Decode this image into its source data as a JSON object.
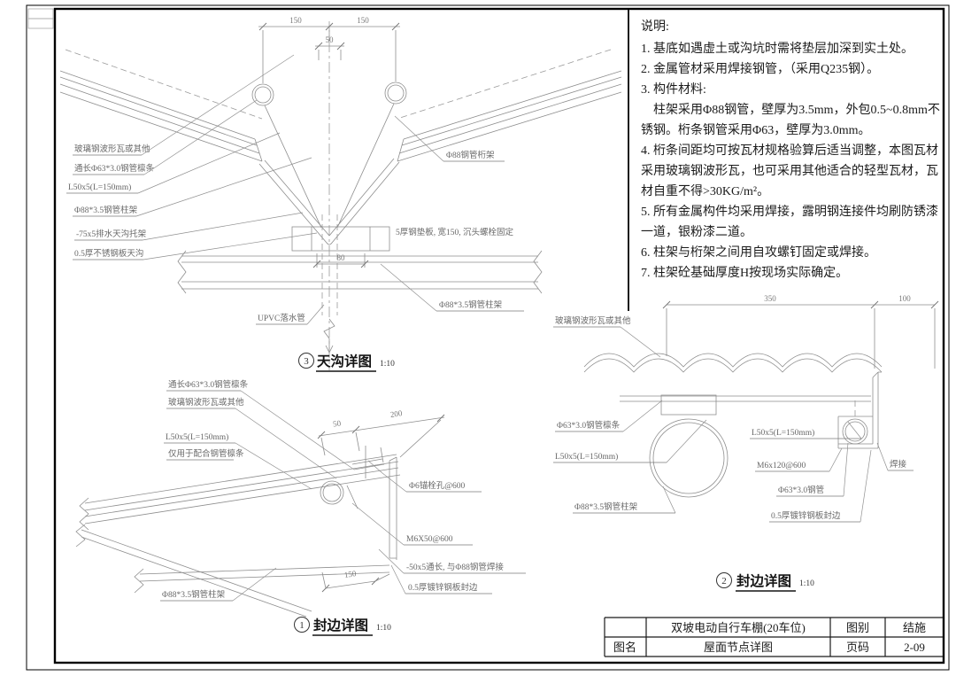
{
  "sheet": {
    "notes": {
      "heading": "说明:",
      "lines": [
        "1. 基底如遇虚土或沟坑时需将垫层加深到实土处。",
        "2. 金属管材采用焊接钢管，（采用Q235钢）。",
        "3. 构件材料:",
        "柱架采用Φ88钢管，壁厚为3.5mm，外包0.5~0.8mm不",
        "锈钢。桁条钢管采用Φ63，壁厚为3.0mm。",
        "4. 桁条间距均可按瓦材规格验算后适当调整，本图瓦材",
        "采用玻璃钢波形瓦，也可采用其他适合的轻型瓦材，瓦",
        "材自重不得>30KG/m²。",
        "5. 所有金属构件均采用焊接，露明钢连接件均刷防锈漆",
        "一道，银粉漆二道。",
        "6. 柱架与桁架之间用自攻螺钉固定或焊接。",
        "7. 柱架砼基础厚度H按现场实际确定。"
      ]
    },
    "details": {
      "gutter": {
        "number": "3",
        "title": "天沟详图",
        "scale": "1:10",
        "dims": {
          "left_span": "150",
          "right_span": "150",
          "gutter_width": "50",
          "pad_width": "80"
        },
        "labels": {
          "tile": "玻璃钢波形瓦或其他",
          "purlin": "通长Φ63*3.0钢管檩条",
          "angle": "L50x5(L=150mm)",
          "column": "Φ88*3.5钢管柱架",
          "gutter_support": "-75x5排水天沟托架",
          "gutter_plate": "0.5厚不锈钢板天沟",
          "truss": "Φ88钢管桁架",
          "column_right": "Φ88*3.5钢管柱架",
          "pad_plate": "5厚钢垫板, 宽150, 沉头螺栓固定",
          "downpipe": "UPVC落水管"
        }
      },
      "edge1": {
        "number": "1",
        "title": "封边详图",
        "scale": "1:10",
        "dims": {
          "a": "50",
          "b": "200",
          "c": "150"
        },
        "labels": {
          "purlin": "通长Φ63*3.0钢管檩条",
          "tile": "玻璃钢波形瓦或其他",
          "angle": "L50x5(L=150mm)",
          "angle_note": "仅用于配合钢管檩条",
          "anchor": "Φ6锚栓孔@600",
          "bolt": "M6X50@600",
          "flat_bar": "-50x5通长, 与Φ88钢管焊接",
          "edge_plate": "0.5厚镀锌钢板封边",
          "column": "Φ88*3.5钢管柱架"
        }
      },
      "edge2": {
        "number": "2",
        "title": "封边详图",
        "scale": "1:10",
        "dims": {
          "a": "350",
          "b": "100"
        },
        "labels": {
          "tile": "玻璃钢波形瓦或其他",
          "purlin": "Φ63*3.0钢管檩条",
          "angle_left": "L50x5(L=150mm)",
          "column": "Φ88*3.5钢管柱架",
          "angle_right": "L50x5(L=150mm)",
          "bolt": "M6x120@600",
          "weld": "焊接",
          "pipe": "Φ63*3.0钢管",
          "edge_plate": "0.5厚镀锌钢板封边"
        }
      }
    },
    "title_block": {
      "project": "双坡电动自行车棚(20车位)",
      "category_label": "图别",
      "category": "结施",
      "name_label": "图名",
      "name": "屋面节点详图",
      "page_label": "页码",
      "page": "2-09"
    }
  }
}
